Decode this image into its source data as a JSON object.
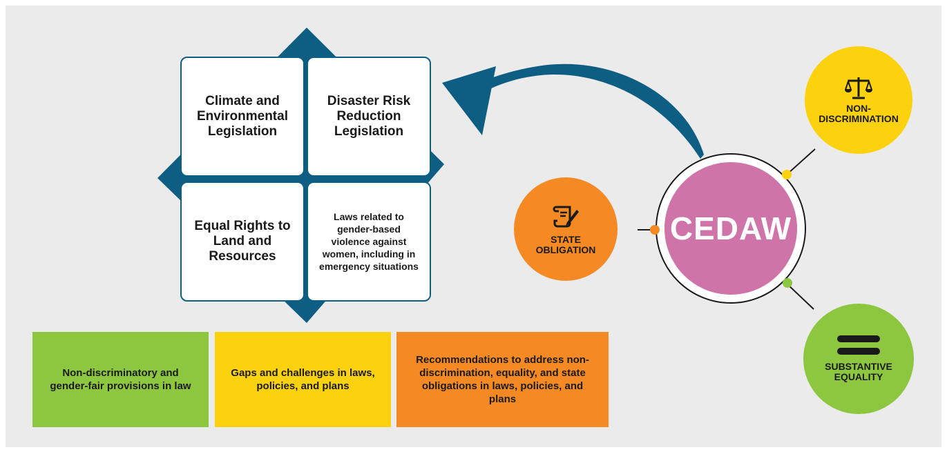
{
  "matrix": {
    "top_left": "Climate and Environmental Legislation",
    "top_right": "Disaster Risk Reduction Legislation",
    "bottom_left": "Equal Rights to Land and Resources",
    "bottom_right": "Laws related to gender-based violence against women, including in emergency situations"
  },
  "boxes": {
    "green": "Non-discriminatory and gender-fair provisions in law",
    "yellow": "Gaps and challenges in laws, policies, and plans",
    "orange": "Recommendations to address non-discrimination, equality, and state obligations in laws, policies, and plans"
  },
  "hub": {
    "center": "CEDAW",
    "state_obligation": "STATE OBLIGATION",
    "non_discrimination": "NON-DISCRIMINATION",
    "substantive_equality": "SUBSTANTIVE EQUALITY"
  },
  "icons": {
    "state_obligation": "scroll-pen-icon",
    "non_discrimination": "scales-icon",
    "substantive_equality": "equals-icon"
  },
  "colors": {
    "arrow_blue": "#0e5e84",
    "green": "#8dc63f",
    "yellow": "#fcd20f",
    "orange": "#f58a24",
    "pink": "#cf74a9",
    "panel_bg": "#ebebec"
  }
}
